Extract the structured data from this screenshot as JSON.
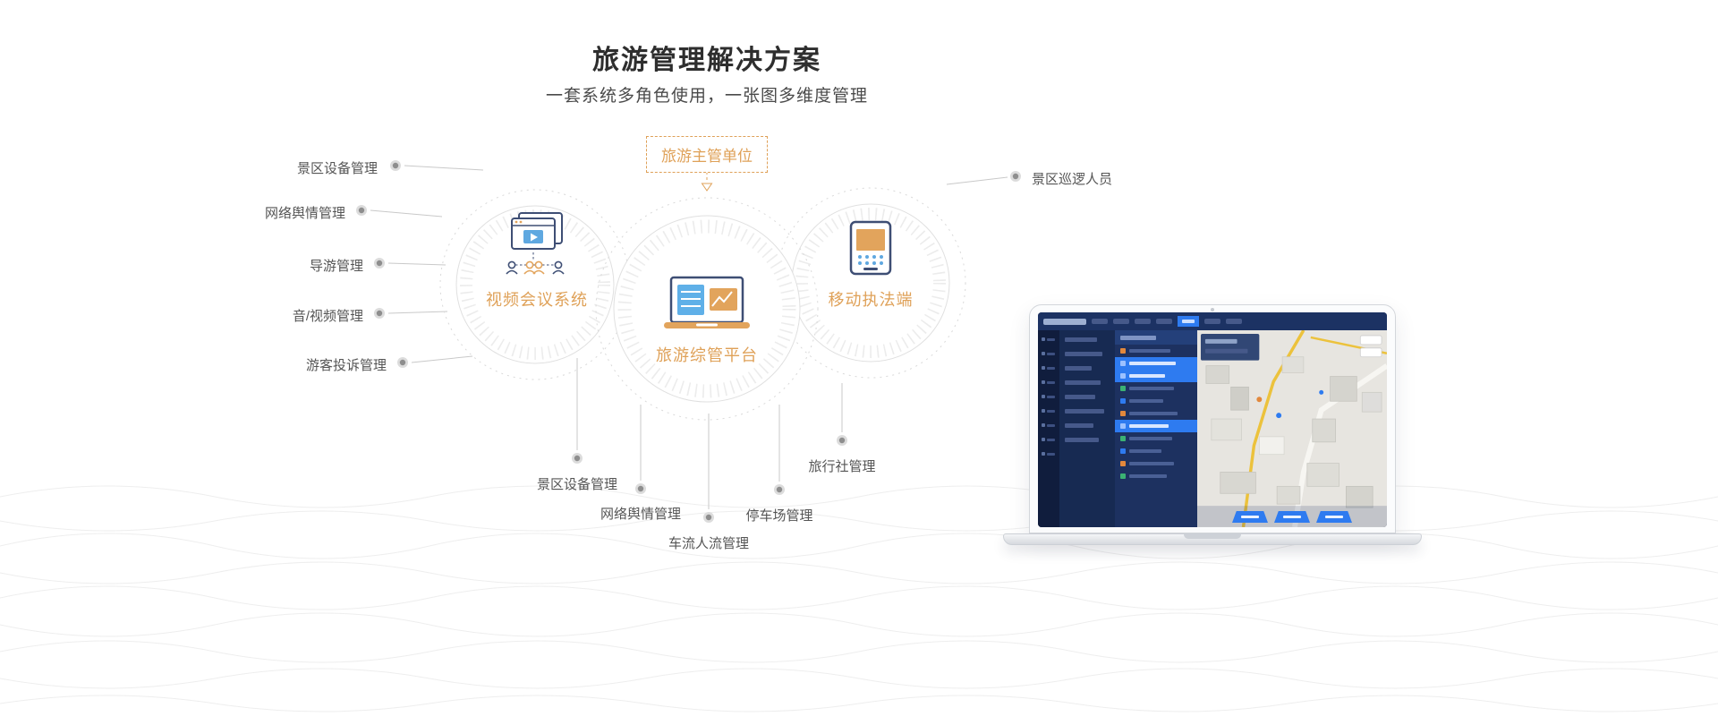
{
  "header": {
    "title": "旅游管理解决方案",
    "subtitle": "一套系统多角色使用，一张图多维度管理"
  },
  "diagram": {
    "top_unit": "旅游主管单位",
    "nodes": [
      {
        "label": "视频会议系统",
        "icon": "video-conference-icon"
      },
      {
        "label": "旅游综管平台",
        "icon": "management-platform-icon"
      },
      {
        "label": "移动执法端",
        "icon": "mobile-enforcement-icon"
      }
    ],
    "left_labels": [
      "景区设备管理",
      "网络舆情管理",
      "导游管理",
      "音/视频管理",
      "游客投诉管理"
    ],
    "right_labels": [
      "景区巡逻人员"
    ],
    "bottom_labels": [
      "景区设备管理",
      "网络舆情管理",
      "车流人流管理",
      "停车场管理",
      "旅行社管理"
    ]
  },
  "colors": {
    "accent_orange": "#DFA158",
    "outline_navy": "#3E4E74",
    "accent_blue": "#5FA8E0",
    "line_gray": "#C9C9C9",
    "dashboard_blue": "#2E7BF0"
  }
}
